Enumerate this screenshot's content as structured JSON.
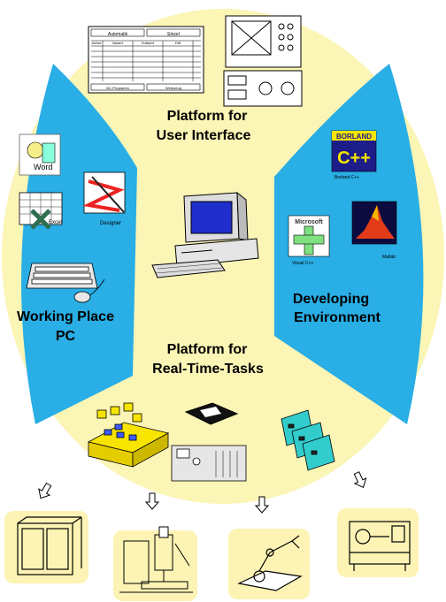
{
  "labels": {
    "ui_platform_line1": "Platform for",
    "ui_platform_line2": "User Interface",
    "rt_platform_line1": "Platform for",
    "rt_platform_line2": "Real-Time-Tasks",
    "working_line1": "Working Place",
    "working_line2": "PC",
    "dev_line1": "Developing",
    "dev_line2": "Environment"
  },
  "software": {
    "word": "Word",
    "excel": "Excel",
    "designer": "Designer",
    "borland_logo": "BORLAND",
    "borland_cpp": "C++",
    "borland_caption": "Borland C++",
    "ms_logo": "Microsoft",
    "visual_caption": "Visual C++",
    "matlab_caption": "Matlab"
  },
  "ui_table": {
    "headers": [
      "Automatik",
      "Einzel"
    ],
    "columns": [
      "Achse",
      "Istwert",
      "Sollwert",
      "Diff"
    ],
    "footer": [
      "NC-Programm",
      "Werkzeug"
    ]
  },
  "colors": {
    "oval_yellow": "#fbf5b6",
    "side_blue": "#29aee5",
    "side_blue_light": "#9fd7f5",
    "panel_yellow": "#fdf3b4"
  },
  "icons": [
    "pc-computer-icon",
    "cnc-control-panel-icon",
    "ui-table-screen-icon",
    "word-icon",
    "excel-icon",
    "designer-icon",
    "keyboard-mouse-icon",
    "borland-cpp-icon",
    "visual-cpp-icon",
    "matlab-icon",
    "io-board-icon",
    "chip-icon",
    "industrial-pc-icon",
    "pci-cards-icon",
    "machining-center-icon",
    "milling-machine-icon",
    "robot-arm-icon",
    "lathe-icon"
  ]
}
